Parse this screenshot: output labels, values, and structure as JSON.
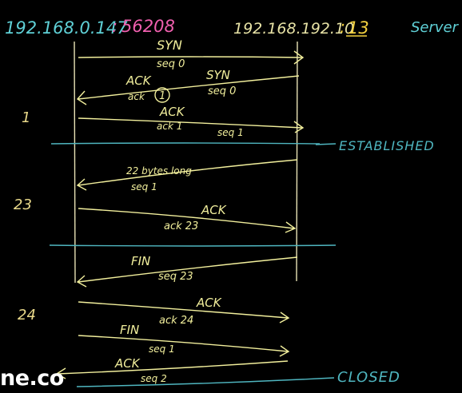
{
  "header": {
    "client_ip": "192.168.0.147",
    "client_port_sep": ":",
    "client_port": "56208",
    "server_ip": "192.168.192.10",
    "server_port_sep": ":",
    "server_port": "13",
    "server_label": "Server"
  },
  "messages": [
    {
      "main": "SYN",
      "sub": "seq 0"
    },
    {
      "main": "ACK",
      "main2": "SYN",
      "sub": "ack",
      "sub_circled": "1",
      "sub2": "seq 0"
    },
    {
      "main": "ACK",
      "sub": "ack 1",
      "sub2": "seq 1"
    },
    {
      "main": "22 bytes long",
      "sub": "seq 1"
    },
    {
      "main": "ACK",
      "sub": "ack 23"
    },
    {
      "main": "FIN",
      "sub": "seq 23"
    },
    {
      "main": "ACK",
      "sub": "ack 24"
    },
    {
      "main": "FIN",
      "sub": "seq 1"
    },
    {
      "main": "ACK",
      "sub": "seq 2"
    }
  ],
  "side_numbers": [
    "1",
    "23",
    "24"
  ],
  "states": {
    "established": "ESTABLISHED",
    "closed": "CLOSED"
  },
  "watermark": "ne.co",
  "colors": {
    "client": "#5fd0d6",
    "server_ip": "#e8e3a6",
    "port_pink": "#ef5fae",
    "port_yellow": "#f2d040",
    "arrow": "#f2ef9c",
    "divider": "#4fb6c0",
    "timeline": "#e9e3b6"
  }
}
